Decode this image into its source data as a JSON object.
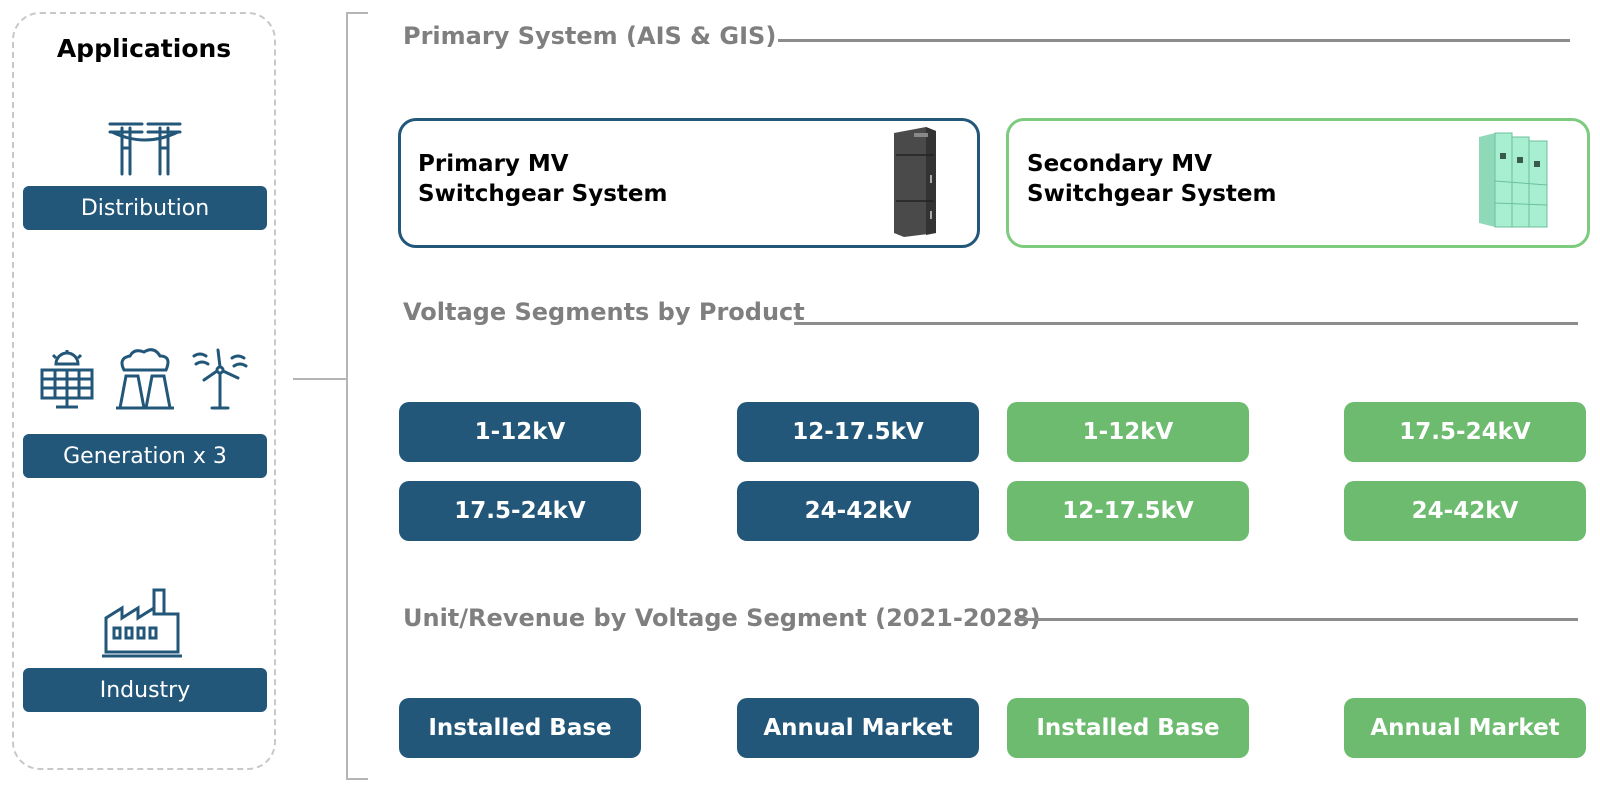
{
  "applications": {
    "title": "Applications",
    "items": [
      {
        "label": "Distribution",
        "icon": "power-pylon-icon"
      },
      {
        "label": "Generation x 3",
        "icons": [
          "solar-panel-icon",
          "power-plant-icon",
          "wind-turbine-icon"
        ]
      },
      {
        "label": "Industry",
        "icon": "factory-icon"
      }
    ]
  },
  "sections": {
    "primary_system": "Primary System (AIS & GIS)",
    "voltage_segments": "Voltage Segments by Product",
    "unit_revenue": "Unit/Revenue by Voltage Segment (2021-2028)"
  },
  "systems": {
    "primary": {
      "title_line1": "Primary MV",
      "title_line2": "Switchgear System",
      "icon": "switchgear-cabinet-icon"
    },
    "secondary": {
      "title_line1": "Secondary MV",
      "title_line2": "Switchgear System",
      "icon": "switchgear-panel-icon"
    }
  },
  "voltage": {
    "primary": [
      "1-12kV",
      "12-17.5kV",
      "17.5-24kV",
      "24-42kV"
    ],
    "secondary": [
      "1-12kV",
      "17.5-24kV",
      "12-17.5kV",
      "24-42kV"
    ]
  },
  "metrics": {
    "primary": [
      "Installed Base",
      "Annual Market"
    ],
    "secondary": [
      "Installed Base",
      "Annual Market"
    ]
  },
  "colors": {
    "primary_blue": "#23577a",
    "secondary_green": "#6dbb6f",
    "header_grey": "#7f7f7f"
  }
}
